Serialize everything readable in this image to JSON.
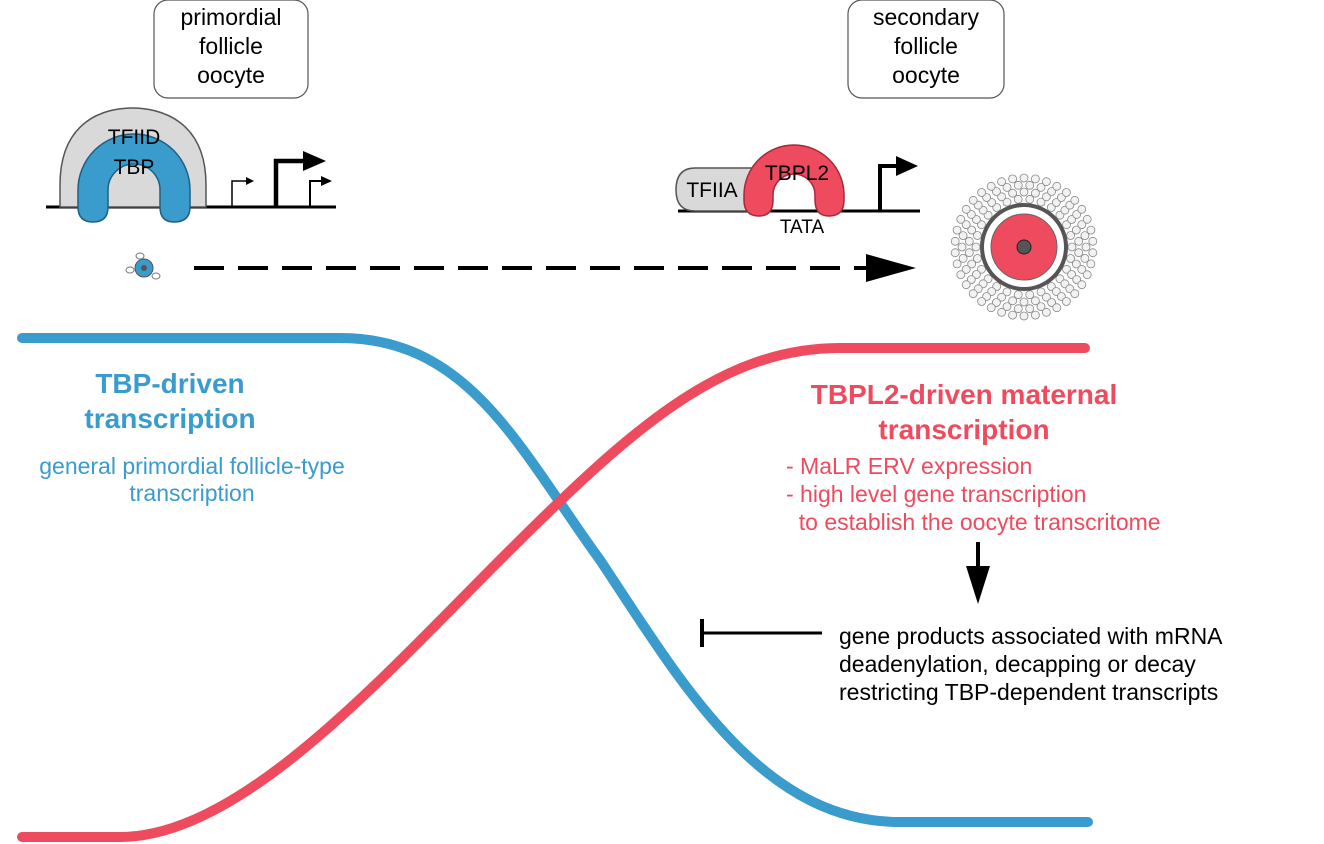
{
  "stages": {
    "primordial": [
      "primordial",
      "follicle",
      "oocyte"
    ],
    "secondary": [
      "secondary",
      "follicle",
      "oocyte"
    ]
  },
  "complexes": {
    "tfiid": "TFIID",
    "tbp": "TBP",
    "tfiia": "TFIIA",
    "tbpl2": "TBPL2",
    "tata": "TATA"
  },
  "tbp_block": {
    "title_lines": [
      "TBP-driven",
      "transcription"
    ],
    "desc_lines": [
      "general primordial follicle-type",
      "transcription"
    ]
  },
  "tbpl2_block": {
    "title_lines": [
      "TBPL2-driven maternal",
      "transcription"
    ],
    "bullet_lines": [
      "- MaLR ERV expression",
      "- high level gene transcription",
      "  to establish the oocyte transcritome"
    ]
  },
  "gene_products_lines": [
    "gene products associated with mRNA",
    "deadenylation, decapping or decay",
    "restricting TBP-dependent transcripts"
  ],
  "colors": {
    "tbp_blue": "#3a9bcd",
    "tbpl2_red": "#ee4b5f",
    "complex_grey": "#d9d9d9",
    "line_black": "#000000"
  }
}
